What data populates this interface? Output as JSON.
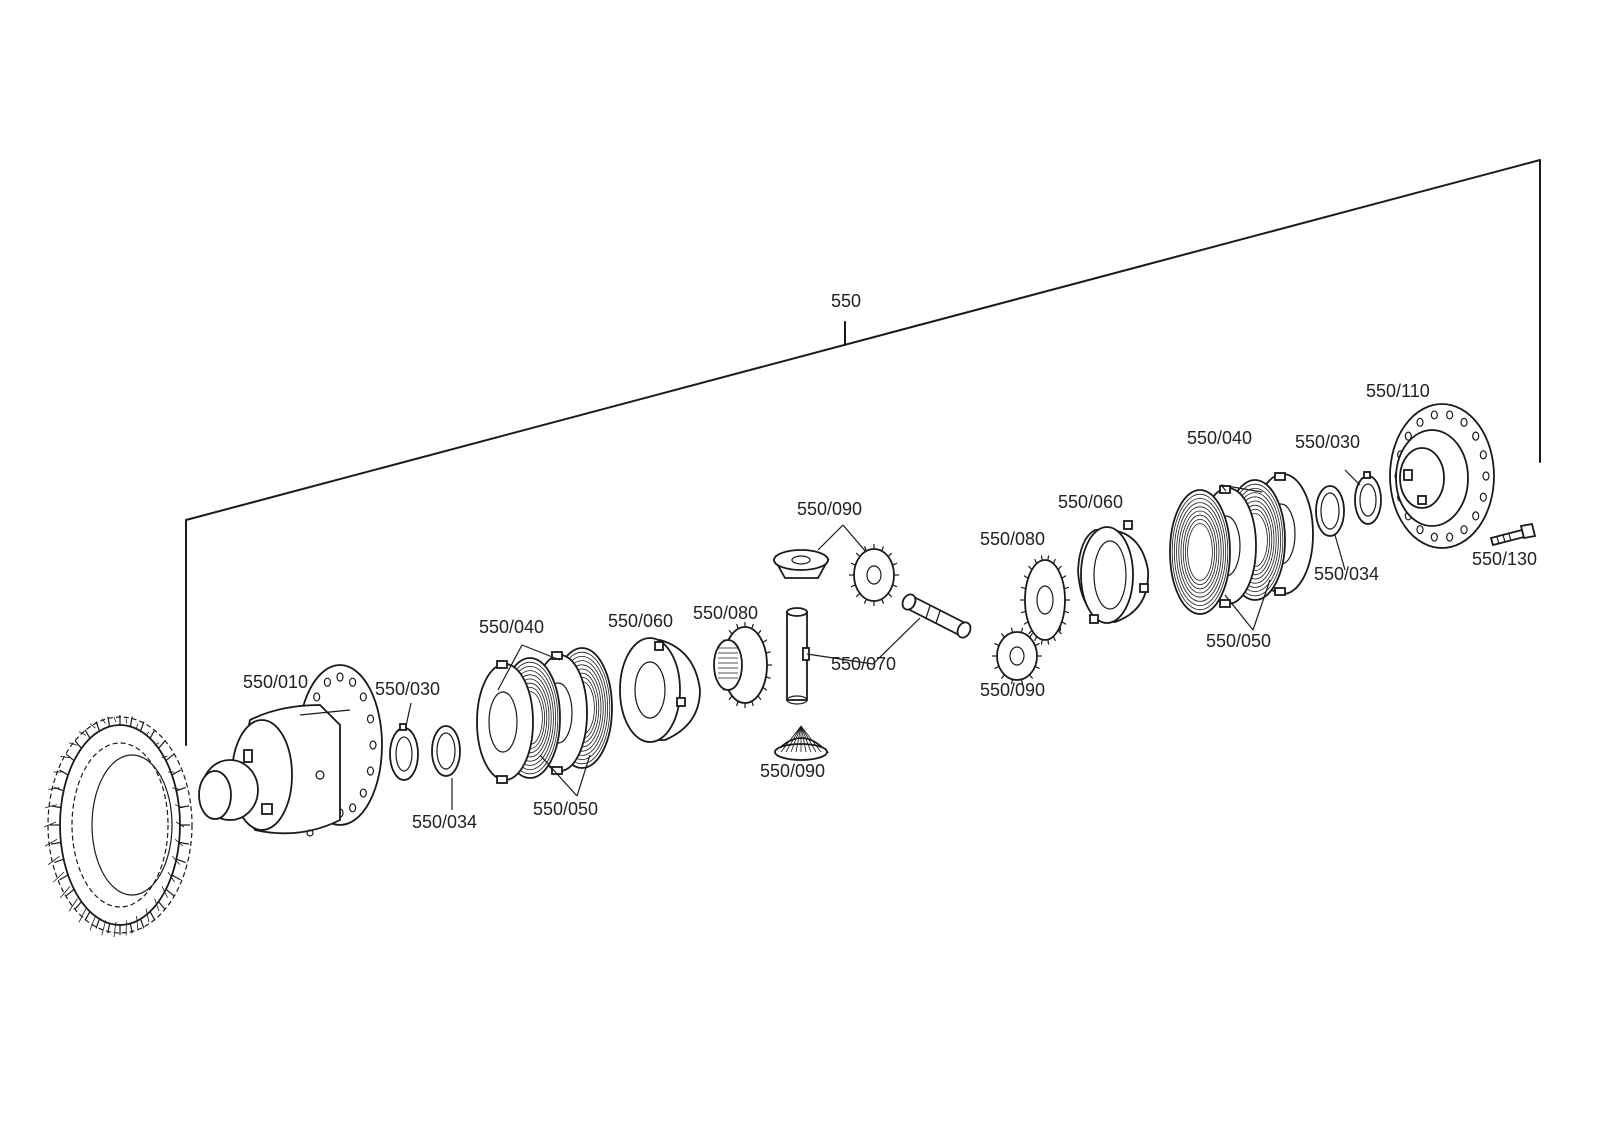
{
  "labels": {
    "assembly": "550",
    "l010": "550/010",
    "l030a": "550/030",
    "l034a": "550/034",
    "l040a": "550/040",
    "l050a": "550/050",
    "l060a": "550/060",
    "l080a": "550/080",
    "l090top": "550/090",
    "l070": "550/070",
    "l090bot": "550/090",
    "l090mid": "550/090",
    "l080b": "550/080",
    "l060b": "550/060",
    "l040b": "550/040",
    "l050b": "550/050",
    "l030b": "550/030",
    "l034b": "550/034",
    "l110": "550/110",
    "l130": "550/130"
  },
  "colors": {
    "line": "#1a1a1a",
    "label": "#222222",
    "background": "#ffffff"
  }
}
